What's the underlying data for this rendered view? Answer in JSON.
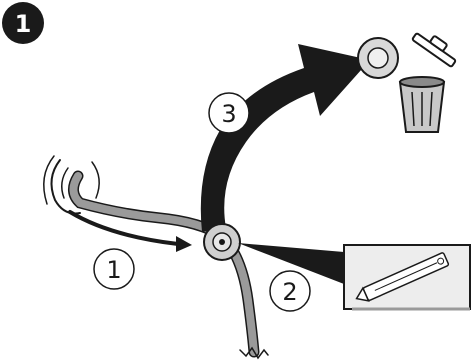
{
  "figure": {
    "badge_label": "1",
    "steps": [
      {
        "label": "1"
      },
      {
        "label": "2"
      },
      {
        "label": "3"
      }
    ]
  },
  "colors": {
    "ink": "#1a1a1a",
    "hose": "#9a9a9a",
    "knife_panel": "#ededed",
    "fitting_fill": "#cfcfcf"
  },
  "icons": [
    "step-badge",
    "rubber-hose",
    "hose-connector",
    "utility-knife",
    "trash-bin"
  ]
}
